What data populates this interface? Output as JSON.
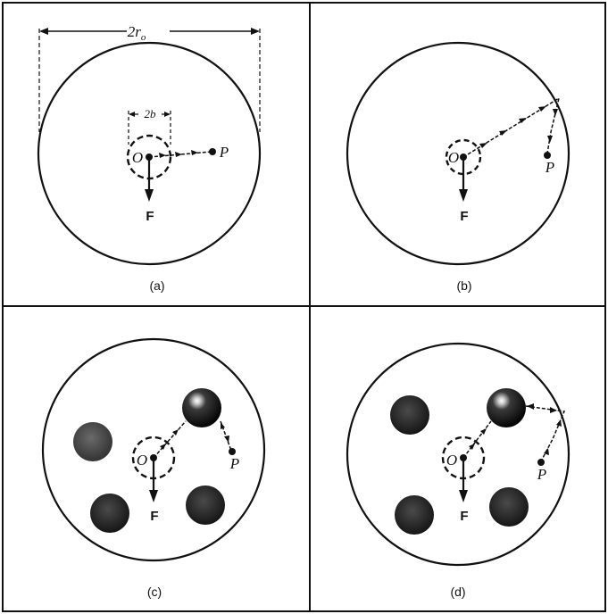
{
  "labels": {
    "diameter": "2r",
    "diameter_sub": "o",
    "inner": "2b",
    "origin": "O",
    "point": "P",
    "force": "F"
  },
  "panels": [
    {
      "id": "a",
      "caption": "(a)"
    },
    {
      "id": "b",
      "caption": "(b)"
    },
    {
      "id": "c",
      "caption": "(c)"
    },
    {
      "id": "d",
      "caption": "(d)"
    }
  ],
  "colors": {
    "ink": "#111111",
    "background": "#ffffff",
    "particle_dark": "#1e1e1e",
    "particle_gray": "#3a3a3a"
  }
}
